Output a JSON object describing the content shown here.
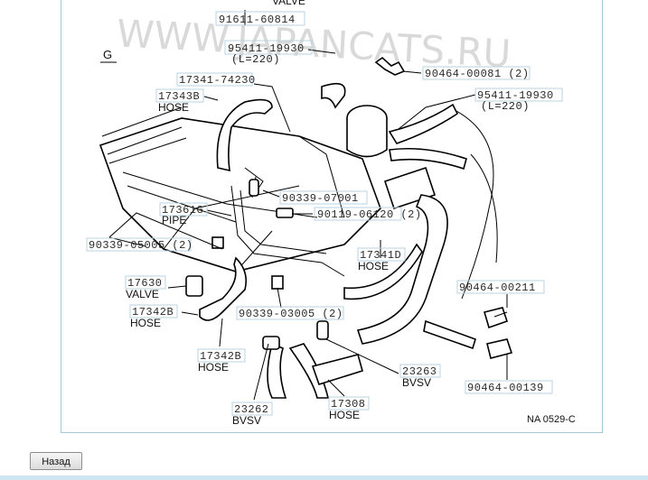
{
  "diagram": {
    "section_label": "G",
    "diagram_code": "NA 0529-C",
    "watermark": "WWW.JAPANCATS.RU",
    "cut_top_label": "VALVE",
    "parts": [
      {
        "number": "91611-60814"
      },
      {
        "number": "95411-19930",
        "note": "(L=220)"
      },
      {
        "number": "17341-74230"
      },
      {
        "number": "17343B",
        "name": "HOSE"
      },
      {
        "number": "90464-00081 (2)"
      },
      {
        "number": "95411-19930",
        "note": "(L=220)"
      },
      {
        "number": "90339-07001"
      },
      {
        "number": "17361G",
        "name": "PIPE"
      },
      {
        "number": "90119-06120 (2)"
      },
      {
        "number": "90339-05005 (2)"
      },
      {
        "number": "17341D",
        "name": "HOSE"
      },
      {
        "number": "17630",
        "name": "VALVE"
      },
      {
        "number": "17342B",
        "name": "HOSE"
      },
      {
        "number": "90339-03005 (2)"
      },
      {
        "number": "90464-00211"
      },
      {
        "number": "17342B",
        "name": "HOSE"
      },
      {
        "number": "23263",
        "name": "BVSV"
      },
      {
        "number": "90464-00139"
      },
      {
        "number": "23262",
        "name": "BVSV"
      },
      {
        "number": "17308",
        "name": "HOSE"
      }
    ]
  },
  "footer": {
    "back_label": "Назад"
  }
}
